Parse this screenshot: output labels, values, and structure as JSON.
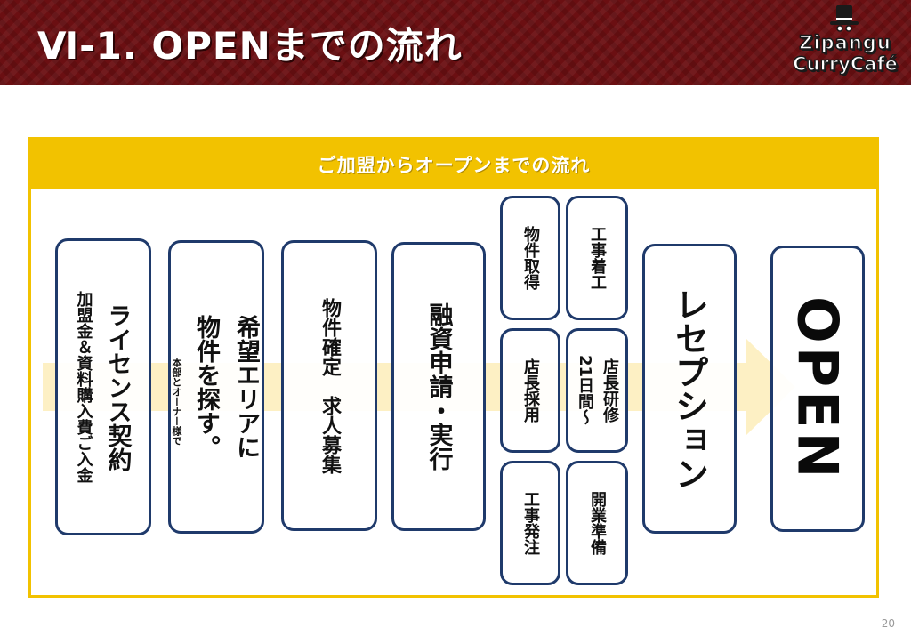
{
  "header": {
    "title": "Ⅵ-1. OPENまでの流れ",
    "logo_line1": "Zipangu",
    "logo_line2": "CurryCafé"
  },
  "flow": {
    "heading": "ご加盟からオープンまでの流れ",
    "steps": [
      {
        "main": "ライセンス契約",
        "sub": "加盟金＆資料購入費ご入金"
      },
      {
        "main": "希望エリアに",
        "sub": "物件を探す。",
        "note": "本部とオーナー様で"
      },
      {
        "main": "物件確定　求人募集"
      },
      {
        "main": "融資申請・実行"
      }
    ],
    "grid": [
      {
        "label": "物件取得"
      },
      {
        "label": "工事着工"
      },
      {
        "label": "店長採用"
      },
      {
        "label": "店長研修",
        "sub": "21日間～"
      },
      {
        "label": "工事発注"
      },
      {
        "label": "開業準備"
      }
    ],
    "reception": "レセプション",
    "open": "OPEN"
  },
  "page_number": "20",
  "colors": {
    "header_bg": "#6b0f12",
    "accent_yellow": "#f2c200",
    "box_border": "#1f3a6b",
    "arrow_fill": "#fdf0c4"
  }
}
